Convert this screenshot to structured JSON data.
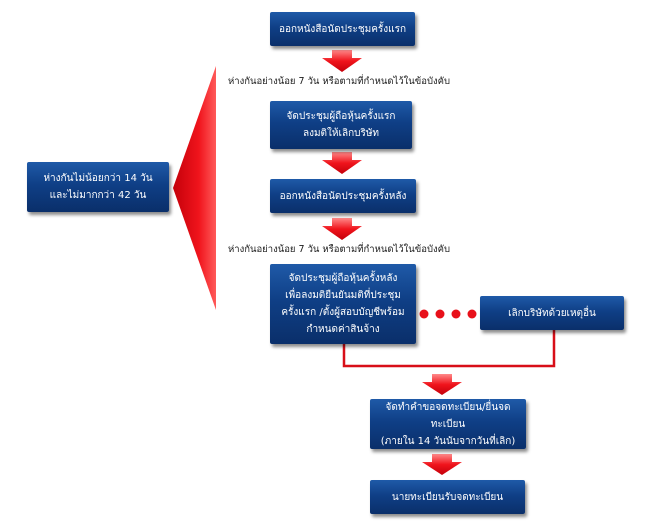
{
  "steps": {
    "first_notice": "ออกหนังสือนัดประชุมครั้งแรก",
    "first_meeting": [
      "จัดประชุมผู้ถือหุ้นครั้งแรก",
      "ลงมติให้เลิกบริษัท"
    ],
    "second_notice": "ออกหนังสือนัดประชุมครั้งหลัง",
    "second_meeting": [
      "จัดประชุมผู้ถือหุ้นครั้งหลัง",
      "เพื่อลงมติยืนยันมติที่ประชุม",
      "ครั้งแรก /ตั้งผู้สอบบัญชีพร้อม",
      "กำหนดค่าสินจ้าง"
    ],
    "other_cause": "เลิกบริษัทด้วยเหตุอื่น",
    "register": [
      "จัดทำคำขอจดทะเบียน/ยื่นจดทะเบียน",
      "(ภายใน 14 วันนับจากวันที่เลิก)"
    ],
    "registrar": "นายทะเบียนรับจดทะเบียน"
  },
  "notes": {
    "gap_one": "ห่างกันอย่างน้อย 7 วัน หรือตามที่กำหนดไว้ในข้อบังคับ",
    "gap_two": "ห่างกันอย่างน้อย 7 วัน หรือตามที่กำหนดไว้ในข้อบังคับ"
  },
  "side_box": [
    "ห่างกันไม่น้อยกว่า 14 วัน",
    "และไม่มากกว่า 42 วัน"
  ],
  "colors": {
    "box": "#0f3f86",
    "arrow": "#e8101a",
    "line": "#d80f18"
  }
}
